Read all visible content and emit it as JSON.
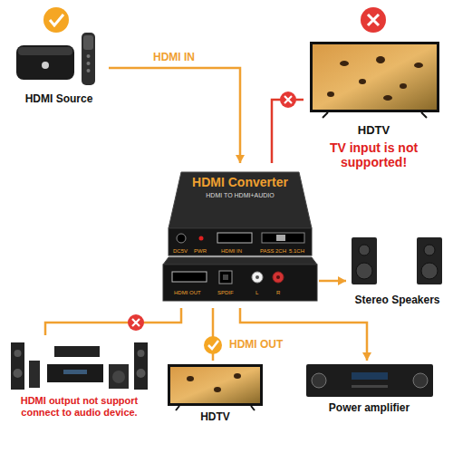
{
  "diagram": {
    "nodes": [
      {
        "text": [
          "HDMI Source"
        ]
      },
      {
        "text": [
          "HDTV",
          "TV input is not supported!"
        ]
      },
      {
        "text": [
          "HDMI Converter",
          "HDMI TO HDMI+AUDIO"
        ]
      },
      {
        "text": [
          "Stereo Speakers"
        ]
      },
      {
        "text": [
          "HDMI output not support connect to audio device."
        ]
      },
      {
        "text": [
          "HDTV"
        ]
      },
      {
        "text": [
          "Power amplifier"
        ]
      }
    ],
    "edges": [
      {
        "from": 0,
        "to": 2,
        "label": "HDMI IN",
        "arrow": "to"
      },
      {
        "from": 2,
        "to": 1,
        "arrow": "none"
      },
      {
        "from": 2,
        "to": 3,
        "arrow": "to"
      },
      {
        "from": 2,
        "to": 4,
        "arrow": "none"
      },
      {
        "from": 2,
        "to": 5,
        "label": "HDMI OUT",
        "arrow": "none"
      },
      {
        "from": 2,
        "to": 6,
        "arrow": "to"
      }
    ],
    "labels": [
      "DC5V",
      "PWR",
      "HDMI IN",
      "PASS",
      "2CH",
      "5.1CH",
      "HDMI OUT",
      "SPDIF",
      "L",
      "R"
    ]
  }
}
